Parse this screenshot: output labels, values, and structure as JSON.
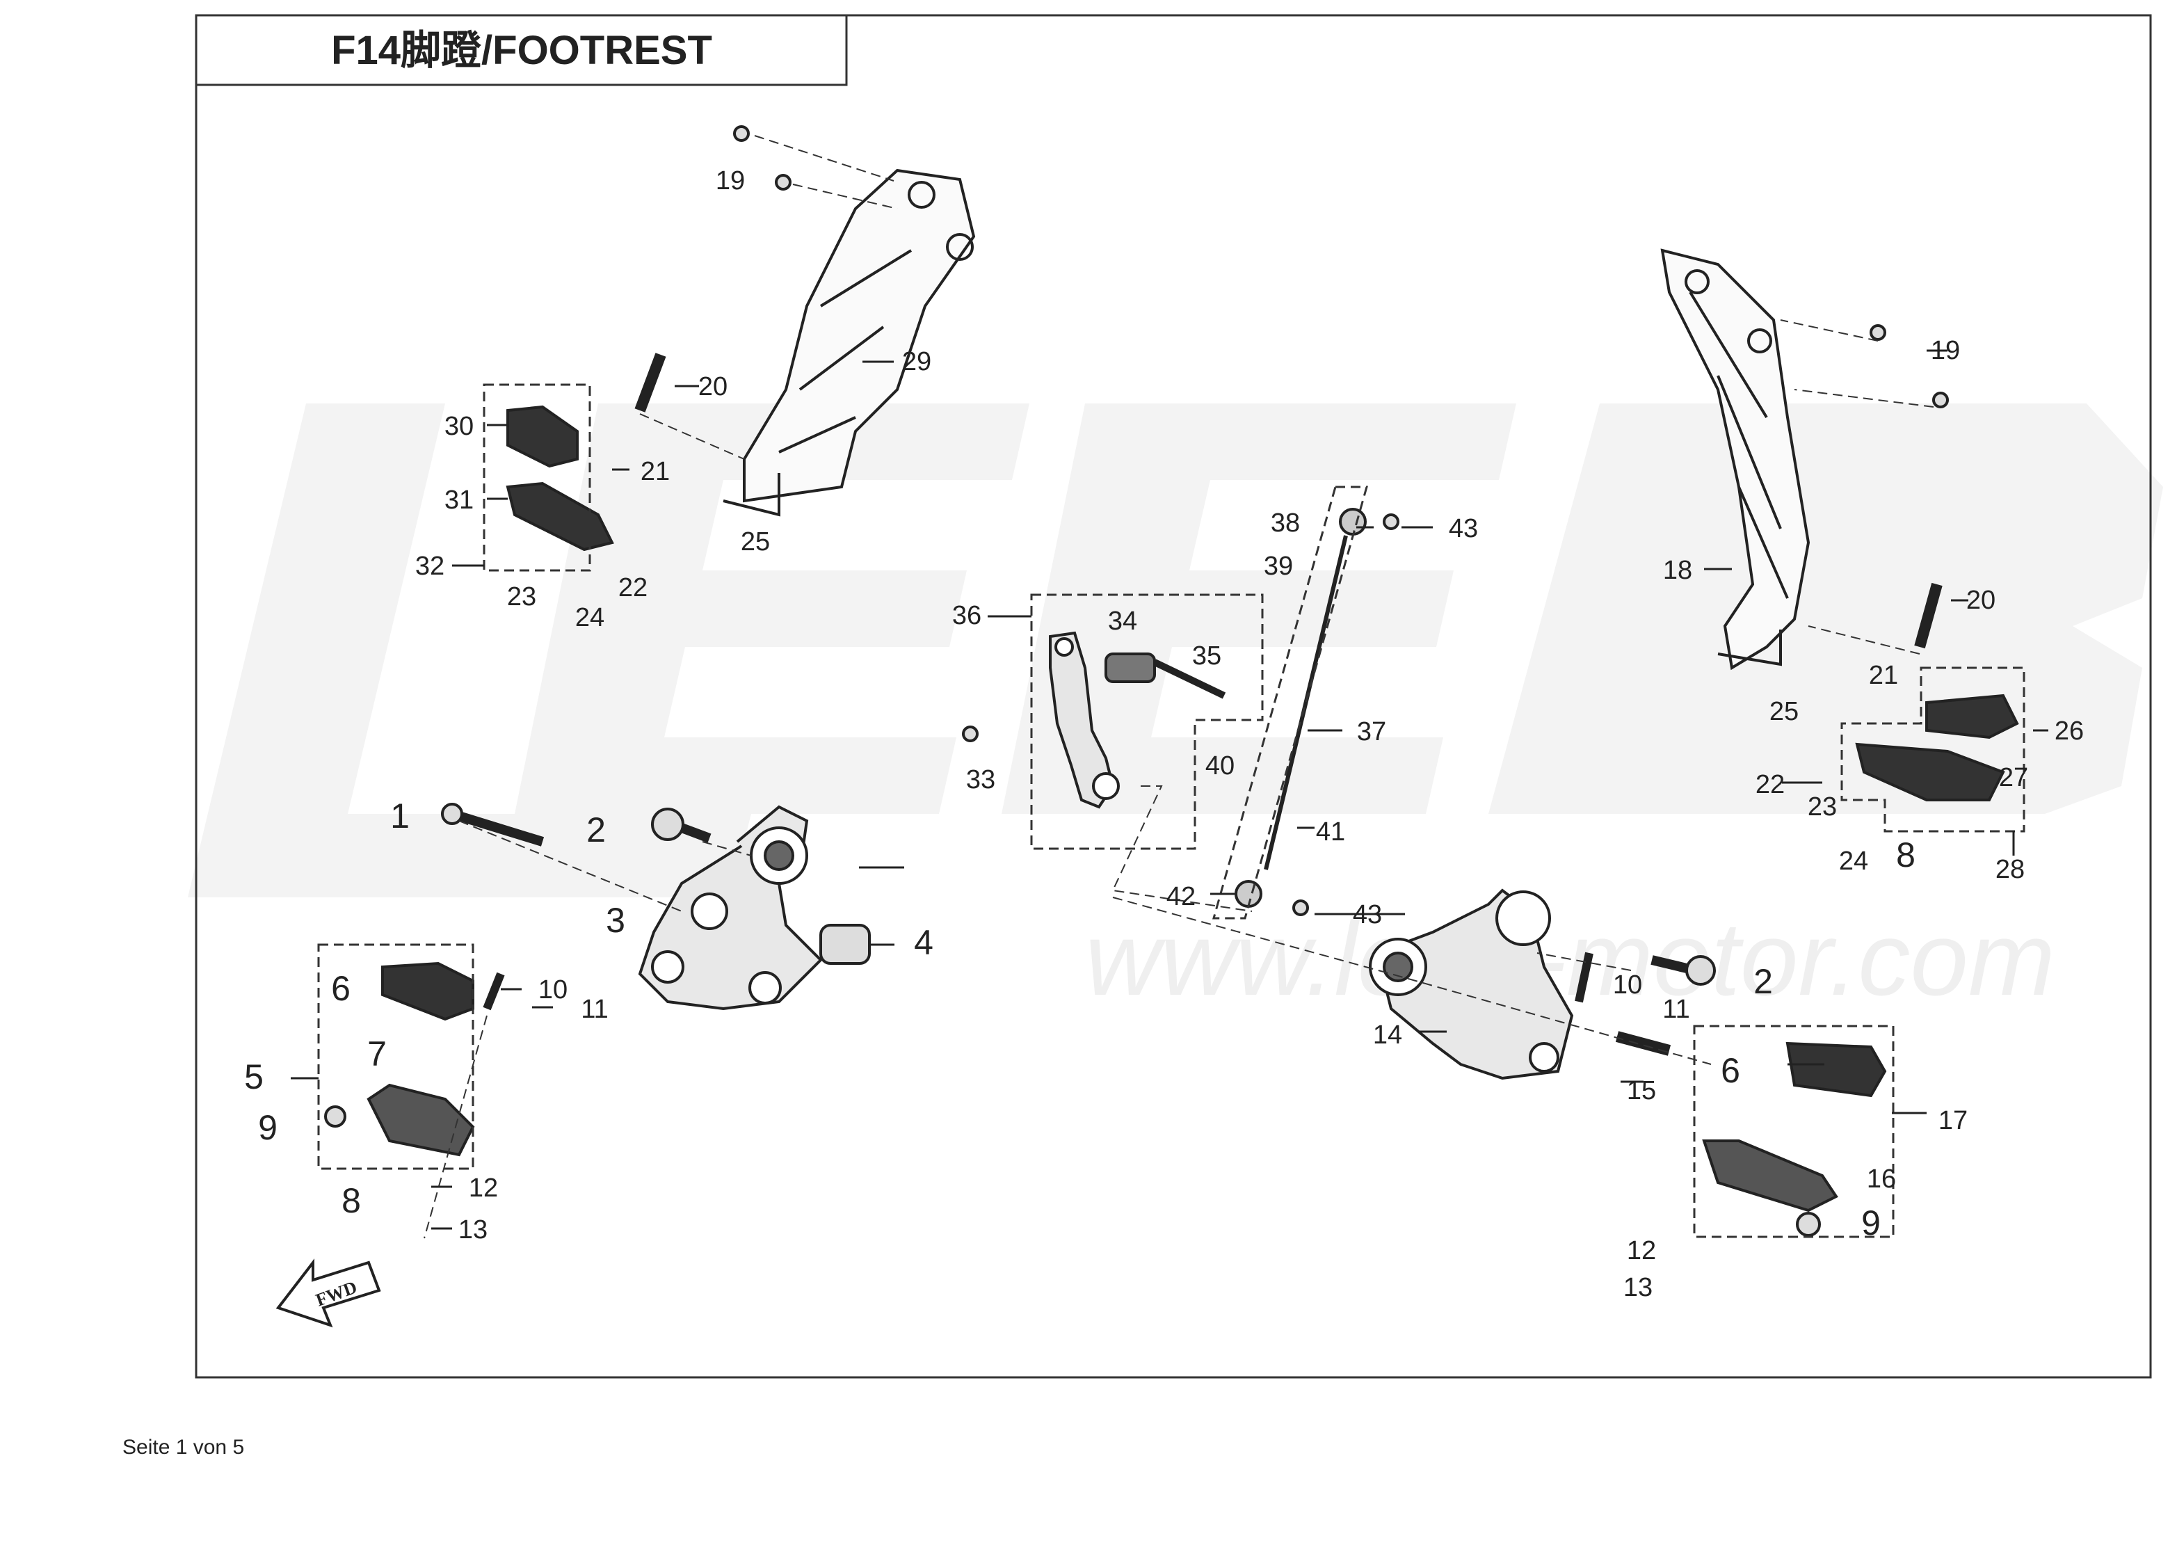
{
  "title": "F14脚蹬/FOOTREST",
  "watermark": {
    "logo": "LEEB",
    "url": "www.leeb-motor.com"
  },
  "fwd_label": "FWD",
  "footer": "Seite 1 von 5",
  "colors": {
    "line": "#222222",
    "frame": "#333333",
    "watermark": "#f2f2f2",
    "part_dark": "#3a3a3a"
  },
  "part_labels": [
    {
      "n": "1",
      "size": "l"
    },
    {
      "n": "2",
      "size": "l"
    },
    {
      "n": "3",
      "size": "l"
    },
    {
      "n": "4",
      "size": "l"
    },
    {
      "n": "5",
      "size": "l"
    },
    {
      "n": "6",
      "size": "l"
    },
    {
      "n": "7",
      "size": "l"
    },
    {
      "n": "8",
      "size": "l"
    },
    {
      "n": "9",
      "size": "l"
    },
    {
      "n": "10",
      "size": "s"
    },
    {
      "n": "11",
      "size": "s"
    },
    {
      "n": "12",
      "size": "s"
    },
    {
      "n": "13",
      "size": "s"
    },
    {
      "n": "19",
      "size": "s"
    },
    {
      "n": "20",
      "size": "s"
    },
    {
      "n": "21",
      "size": "s"
    },
    {
      "n": "22",
      "size": "s"
    },
    {
      "n": "23",
      "size": "s"
    },
    {
      "n": "24",
      "size": "s"
    },
    {
      "n": "25",
      "size": "s"
    },
    {
      "n": "29",
      "size": "s"
    },
    {
      "n": "30",
      "size": "s"
    },
    {
      "n": "31",
      "size": "s"
    },
    {
      "n": "32",
      "size": "s"
    },
    {
      "n": "33",
      "size": "s"
    },
    {
      "n": "34",
      "size": "s"
    },
    {
      "n": "35",
      "size": "s"
    },
    {
      "n": "36",
      "size": "s"
    },
    {
      "n": "37",
      "size": "s"
    },
    {
      "n": "38",
      "size": "s"
    },
    {
      "n": "39",
      "size": "s"
    },
    {
      "n": "40",
      "size": "s"
    },
    {
      "n": "41",
      "size": "s"
    },
    {
      "n": "42",
      "size": "s"
    },
    {
      "n": "43",
      "size": "s"
    },
    {
      "n": "43",
      "size": "s"
    },
    {
      "n": "2",
      "size": "l"
    },
    {
      "n": "10",
      "size": "s"
    },
    {
      "n": "11",
      "size": "s"
    },
    {
      "n": "14",
      "size": "s"
    },
    {
      "n": "15",
      "size": "s"
    },
    {
      "n": "6",
      "size": "l"
    },
    {
      "n": "17",
      "size": "s"
    },
    {
      "n": "16",
      "size": "s"
    },
    {
      "n": "9",
      "size": "l"
    },
    {
      "n": "12",
      "size": "s"
    },
    {
      "n": "13",
      "size": "s"
    },
    {
      "n": "18",
      "size": "s"
    },
    {
      "n": "19",
      "size": "s"
    },
    {
      "n": "20",
      "size": "s"
    },
    {
      "n": "21",
      "size": "s"
    },
    {
      "n": "25",
      "size": "s"
    },
    {
      "n": "26",
      "size": "s"
    },
    {
      "n": "27",
      "size": "s"
    },
    {
      "n": "22",
      "size": "s"
    },
    {
      "n": "23",
      "size": "s"
    },
    {
      "n": "24",
      "size": "s"
    },
    {
      "n": "8",
      "size": "l"
    },
    {
      "n": "28",
      "size": "s"
    }
  ]
}
